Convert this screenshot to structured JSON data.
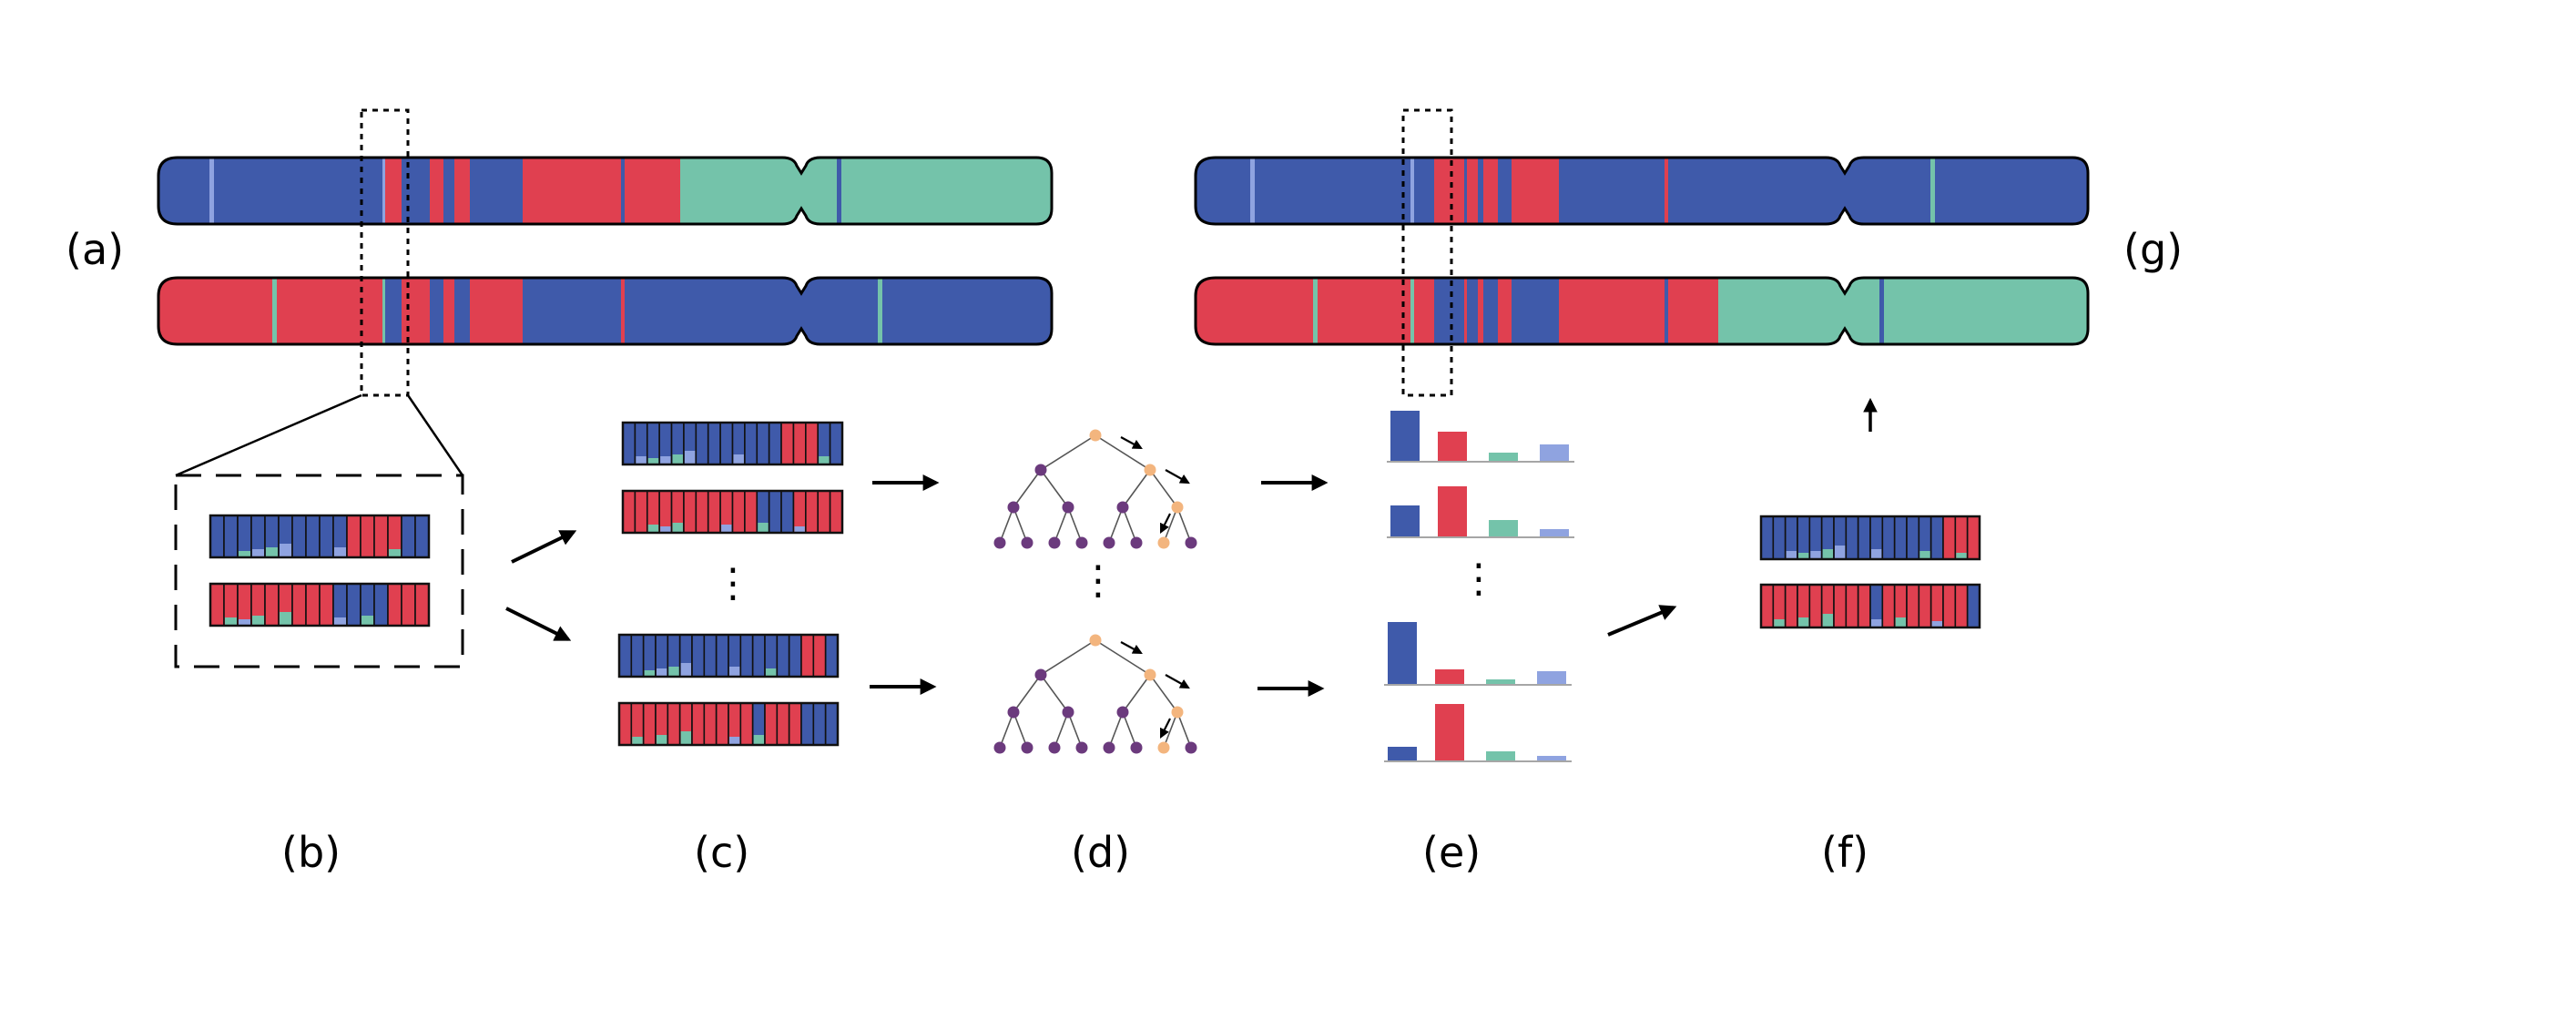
{
  "labels": {
    "a": "(a)",
    "b": "(b)",
    "c": "(c)",
    "d": "(d)",
    "e": "(e)",
    "f": "(f)",
    "g": "(g)"
  },
  "colors": {
    "blue": "#3f5aaa",
    "red": "#e04050",
    "green": "#74c3aa",
    "lightblue": "#8fa3e0",
    "tree_node": "#6b3a7d",
    "tree_highlight": "#f3b57e"
  },
  "ellipsis": "⋮"
}
